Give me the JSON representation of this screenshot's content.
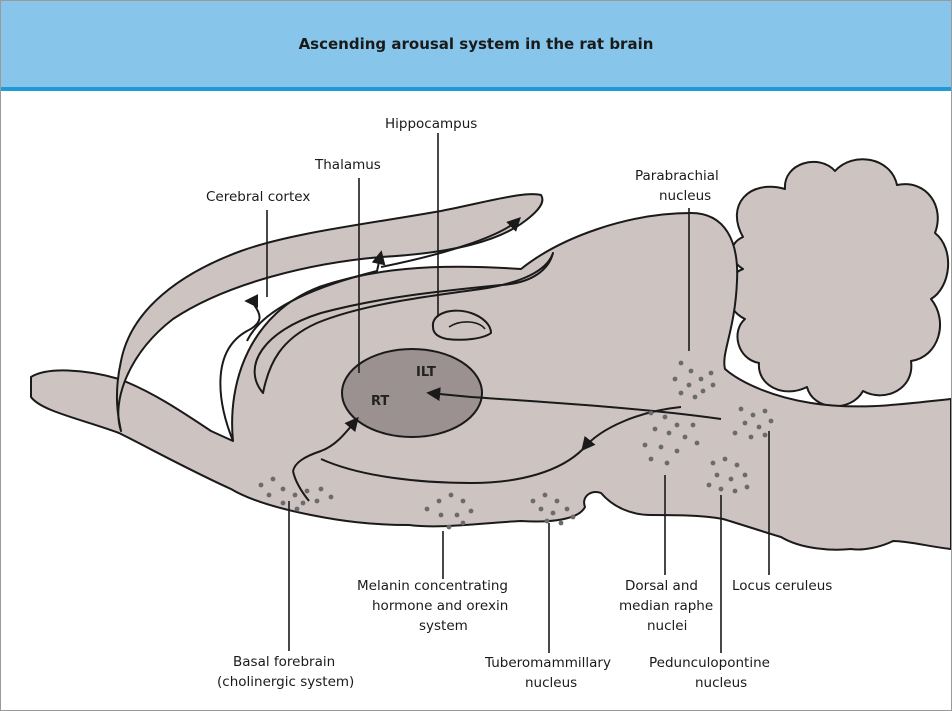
{
  "title": "Ascending arousal system in the rat brain",
  "regions": {
    "ilt": "ILT",
    "rt": "RT"
  },
  "labels": {
    "hippocampus": "Hippocampus",
    "thalamus": "Thalamus",
    "cerebral_cortex": "Cerebral cortex",
    "parabrachial_1": "Parabrachial",
    "parabrachial_2": "nucleus",
    "melanin_1": "Melanin concentrating",
    "melanin_2": "hormone and orexin",
    "melanin_3": "system",
    "dorsal_1": "Dorsal and",
    "dorsal_2": "median raphe",
    "dorsal_3": "nuclei",
    "locus": "Locus ceruleus",
    "basal_1": "Basal forebrain",
    "basal_2": "(cholinergic system)",
    "tubero_1": "Tuberomammillary",
    "tubero_2": "nucleus",
    "pedunculo_1": "Pedunculopontine",
    "pedunculo_2": "nucleus"
  },
  "colors": {
    "header_bg": "#87c5ea",
    "header_rule": "#1f9ad6",
    "brain_fill": "#cdc3c1",
    "thalamus_fill": "#9a9190",
    "dots": "#6b6b6b"
  }
}
